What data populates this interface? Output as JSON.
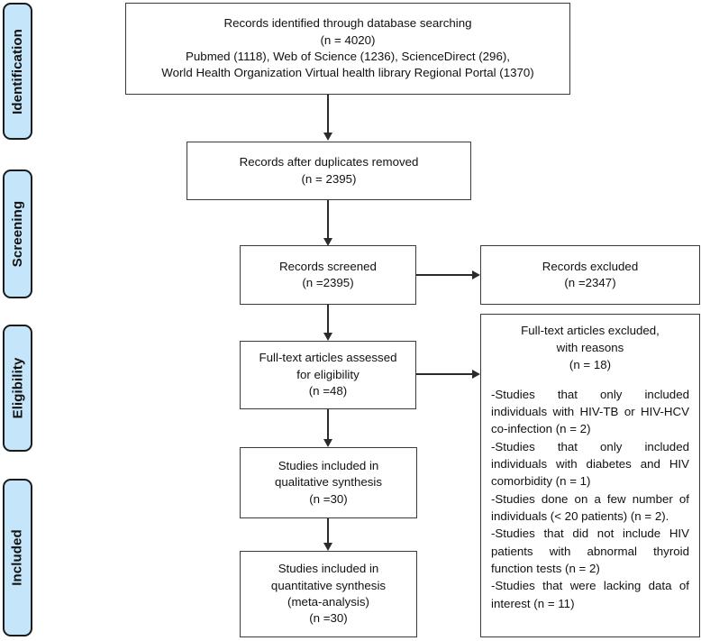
{
  "diagram": {
    "type": "prisma-flow-diagram",
    "stages": [
      {
        "id": "identification",
        "label": "Identification"
      },
      {
        "id": "screening",
        "label": "Screening"
      },
      {
        "id": "eligibility",
        "label": "Eligibility"
      },
      {
        "id": "included",
        "label": "Included"
      }
    ],
    "boxes": {
      "records_identified": {
        "lines": [
          "Records identified through database searching",
          "(n = 4020)",
          "Pubmed (1118), Web of Science (1236), ScienceDirect (296),",
          "World Health Organization Virtual health library Regional Portal (1370)"
        ]
      },
      "after_duplicates": {
        "lines": [
          "Records after duplicates removed",
          "(n = 2395)"
        ]
      },
      "records_screened": {
        "lines": [
          "Records screened",
          "(n =2395)"
        ]
      },
      "records_excluded": {
        "lines": [
          "Records excluded",
          "(n =2347)"
        ]
      },
      "fulltext_assessed": {
        "lines": [
          "Full-text articles assessed",
          "for eligibility",
          "(n =48)"
        ]
      },
      "fulltext_excluded": {
        "heading": [
          "Full-text articles excluded,",
          "with reasons",
          "(n = 18)"
        ],
        "reasons": [
          "-Studies that only included individuals with HIV-TB or HIV-HCV co-infection (n = 2)",
          "-Studies that only included individuals with diabetes and HIV comorbidity (n = 1)",
          "-Studies done on a few number of individuals (< 20 patients) (n = 2).",
          "-Studies that did not include HIV patients with abnormal thyroid function tests (n = 2)",
          "-Studies that were lacking data of interest (n = 11)"
        ]
      },
      "qualitative": {
        "lines": [
          "Studies included in",
          "qualitative synthesis",
          "(n =30)"
        ]
      },
      "quantitative": {
        "lines": [
          "Studies included in",
          "quantitative synthesis",
          "(meta-analysis)",
          "(n =30)"
        ]
      }
    },
    "colors": {
      "stage_fill": "#C5E6FA",
      "stage_border": "#1a1a1a",
      "box_border": "#3a3a3a",
      "connector": "#2b2b2b",
      "text": "#111111",
      "background": "#ffffff"
    }
  }
}
